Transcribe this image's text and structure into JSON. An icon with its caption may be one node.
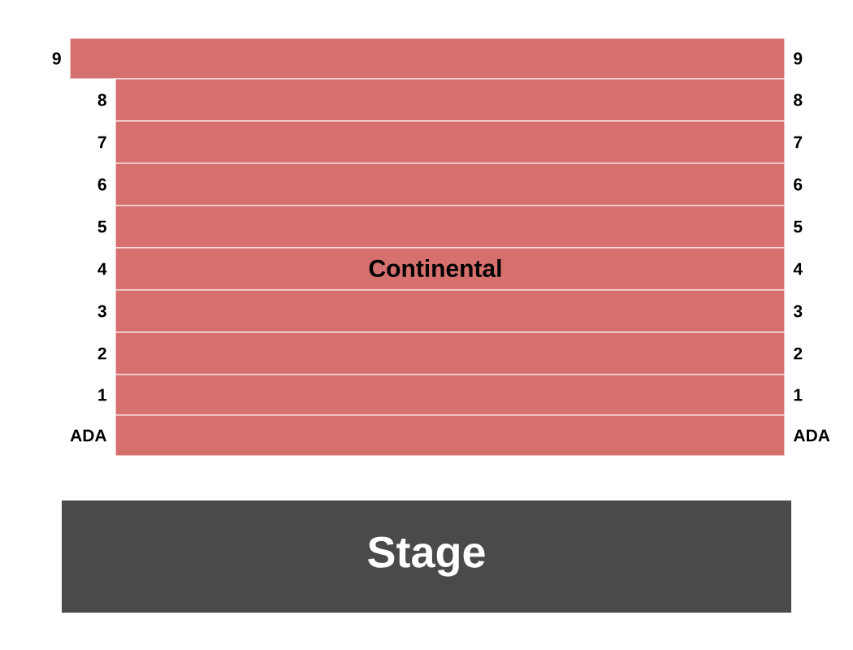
{
  "diagram": {
    "nodes": [
      {
        "text": [],
        "shape": "bar",
        "beside": [
          "9",
          "9"
        ]
      },
      {
        "text": [],
        "shape": "bar",
        "beside": [
          "8",
          "8"
        ]
      },
      {
        "text": [],
        "shape": "bar",
        "beside": [
          "7",
          "7"
        ]
      },
      {
        "text": [],
        "shape": "bar",
        "beside": [
          "6",
          "6"
        ]
      },
      {
        "text": [],
        "shape": "bar",
        "beside": [
          "5",
          "5"
        ]
      },
      {
        "text": [],
        "shape": "bar",
        "beside": [
          "4",
          "4"
        ]
      },
      {
        "text": [],
        "shape": "bar",
        "beside": [
          "3",
          "3"
        ]
      },
      {
        "text": [],
        "shape": "bar",
        "beside": [
          "2",
          "2"
        ]
      },
      {
        "text": [],
        "shape": "bar",
        "beside": [
          "1",
          "1"
        ]
      },
      {
        "text": [],
        "shape": "bar",
        "beside": [
          "ADA",
          "ADA"
        ]
      },
      {
        "text": [
          "Stage"
        ]
      }
    ],
    "edges": [],
    "labels": [
      "Continental"
    ]
  }
}
